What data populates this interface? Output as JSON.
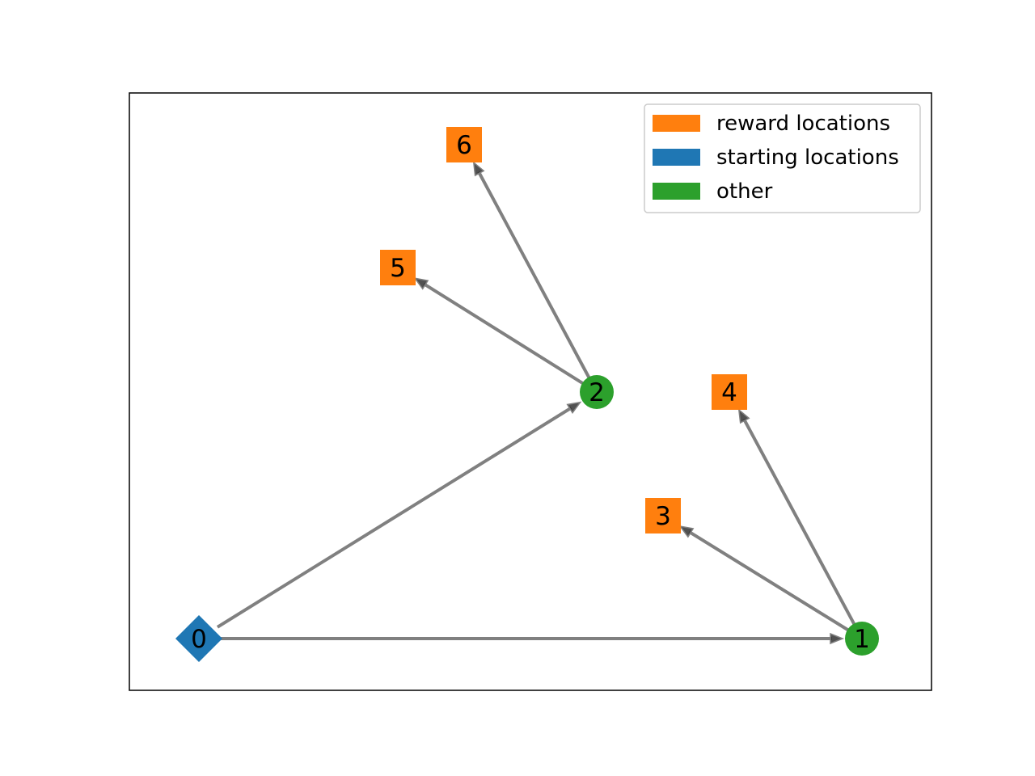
{
  "graph": {
    "nodes": [
      {
        "id": "0",
        "label": "0",
        "category": "start",
        "shape": "diamond"
      },
      {
        "id": "1",
        "label": "1",
        "category": "other",
        "shape": "circle"
      },
      {
        "id": "2",
        "label": "2",
        "category": "other",
        "shape": "circle"
      },
      {
        "id": "3",
        "label": "3",
        "category": "reward",
        "shape": "square"
      },
      {
        "id": "4",
        "label": "4",
        "category": "reward",
        "shape": "square"
      },
      {
        "id": "5",
        "label": "5",
        "category": "reward",
        "shape": "square"
      },
      {
        "id": "6",
        "label": "6",
        "category": "reward",
        "shape": "square"
      }
    ],
    "edges": [
      {
        "from": "0",
        "to": "1"
      },
      {
        "from": "0",
        "to": "2"
      },
      {
        "from": "1",
        "to": "3"
      },
      {
        "from": "1",
        "to": "4"
      },
      {
        "from": "2",
        "to": "5"
      },
      {
        "from": "2",
        "to": "6"
      }
    ]
  },
  "legend": {
    "items": [
      {
        "key": "reward",
        "label": "reward locations",
        "color": "#ff7f0e"
      },
      {
        "key": "start",
        "label": "starting locations",
        "color": "#1f77b4"
      },
      {
        "key": "other",
        "label": "other",
        "color": "#2ca02c"
      }
    ]
  },
  "colors": {
    "reward": "#ff7f0e",
    "start": "#1f77b4",
    "other": "#2ca02c",
    "edge": "#808080",
    "arrowhead": "#333333"
  }
}
